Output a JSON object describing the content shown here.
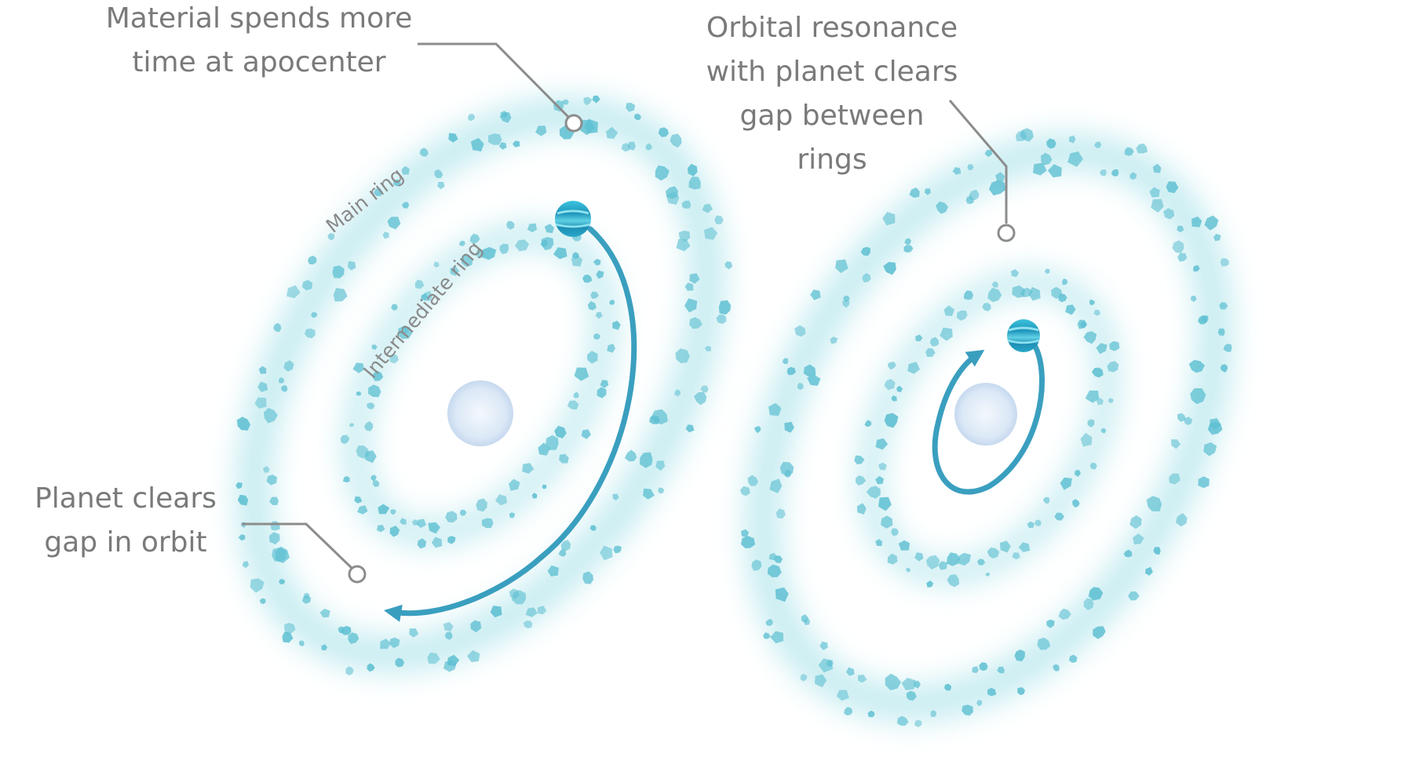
{
  "callouts": {
    "apocenter": [
      "Material spends more",
      "time at apocenter"
    ],
    "resonance": [
      "Orbital resonance",
      "with planet clears",
      "gap between",
      "rings"
    ],
    "gap": [
      "Planet clears",
      "gap in orbit"
    ]
  },
  "labels": {
    "main_ring": "Main ring",
    "intermediate_ring": "Intermediate ring"
  },
  "colors": {
    "ring_glow": "#bfe8ee",
    "debris": "#5fc0d2",
    "orbit_arrow": "#3a9fbf",
    "star": "#dbe8f6",
    "planet": "#2aa7c9",
    "leader_line": "#8c8c8c"
  }
}
